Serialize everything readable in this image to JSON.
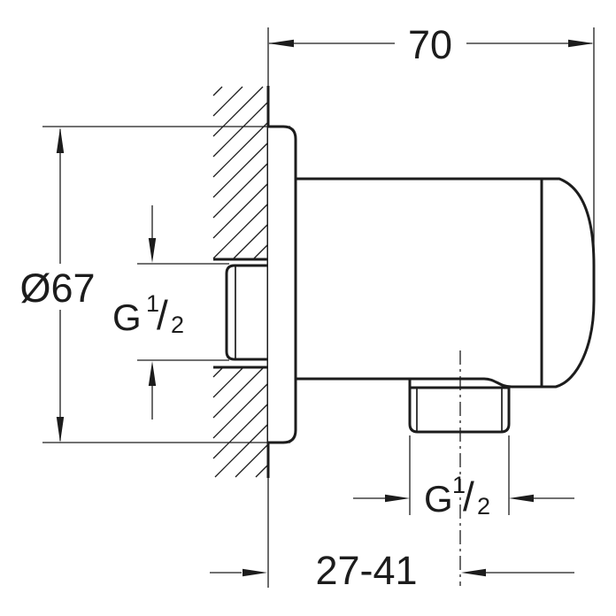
{
  "meta": {
    "type": "technical-dimension-drawing",
    "subject": "Wall-mounted outlet elbow, side section view",
    "background_color": "#ffffff",
    "line_color": "#1c1c1c"
  },
  "dimensions": {
    "depth": {
      "value": "70"
    },
    "diameter": {
      "value": "Ø67"
    },
    "inlet_thread": {
      "prefix": "G",
      "numerator": "1",
      "slash": "/",
      "denominator": "2",
      "plain": "G 1/2"
    },
    "outlet_thread": {
      "prefix": "G",
      "numerator": "1",
      "slash": "/",
      "denominator": "2",
      "plain": "G 1/2"
    },
    "offset_range": {
      "value": "27-41"
    }
  }
}
